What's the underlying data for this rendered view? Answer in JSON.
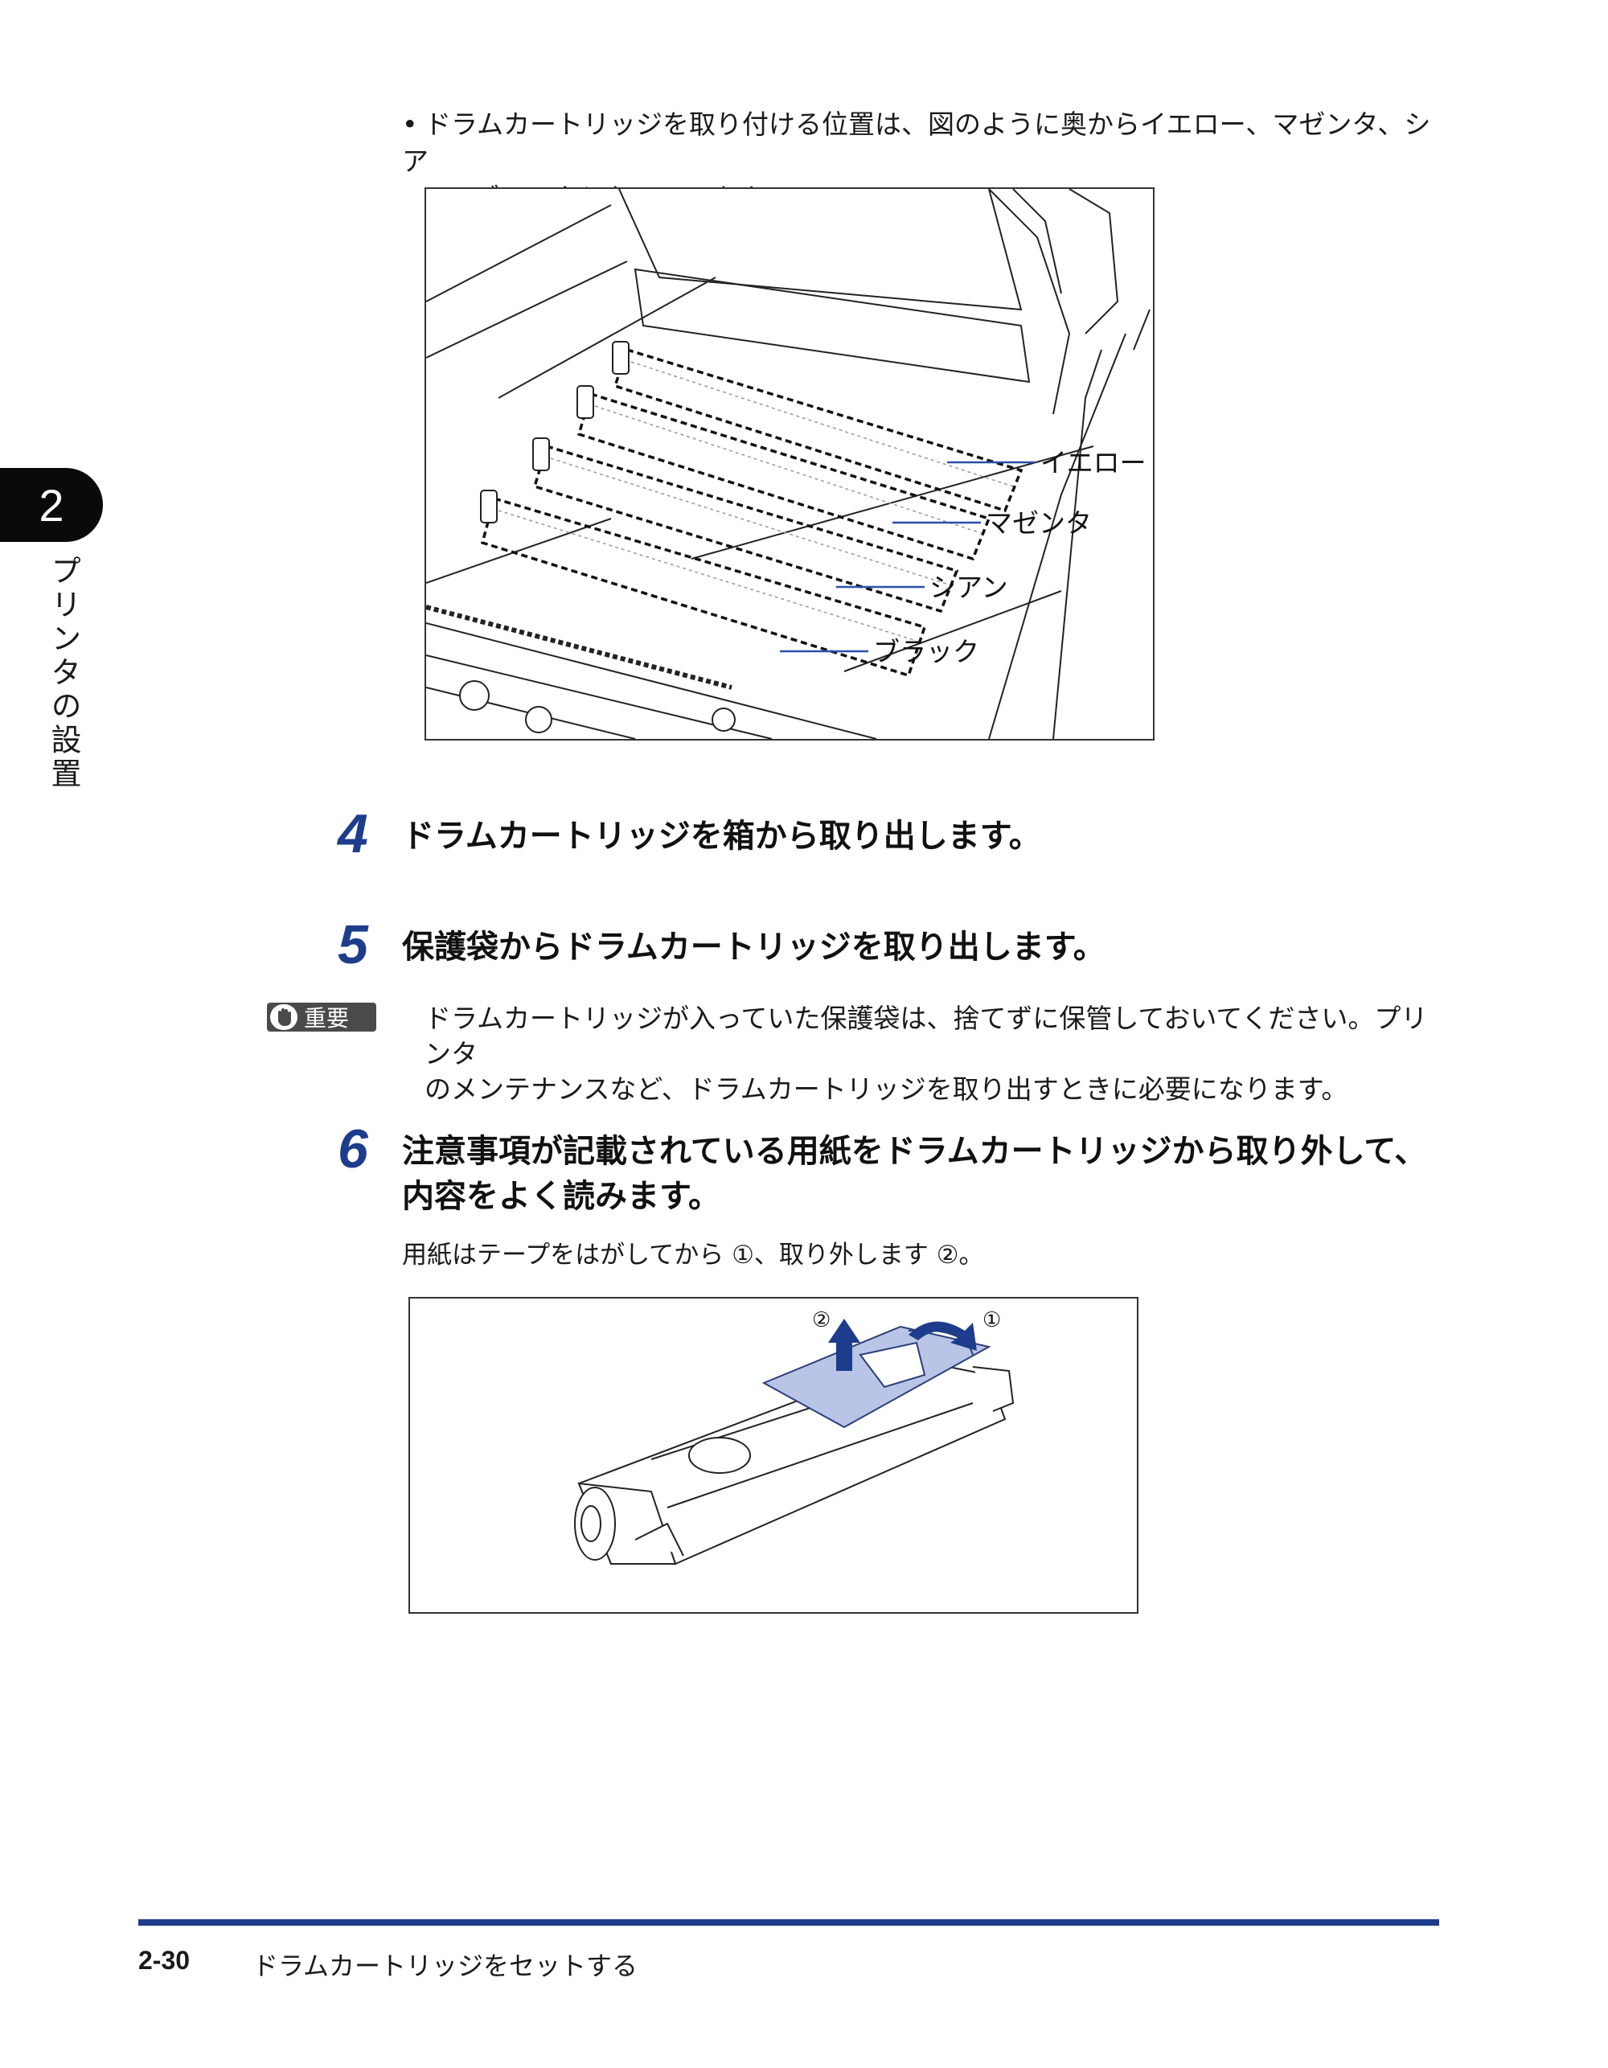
{
  "chapter": {
    "number": "2",
    "title": "プリンタの設置"
  },
  "note": {
    "bullet": "•",
    "line1": "ドラムカートリッジを取り付ける位置は、図のように奥からイエロー、マゼンタ、シア",
    "line2": "ン、ブラックとなっています。"
  },
  "figure1": {
    "labels": [
      "イエロー",
      "マゼンタ",
      "シアン",
      "ブラック"
    ]
  },
  "steps": [
    {
      "number": "4",
      "text": "ドラムカートリッジを箱から取り出します。"
    },
    {
      "number": "5",
      "text": "保護袋からドラムカートリッジを取り出します。"
    },
    {
      "number": "6",
      "line1": "注意事項が記載されている用紙をドラムカートリッジから取り外して、",
      "line2": "内容をよく読みます。",
      "sub": "用紙はテープをはがしてから ①、取り外します ②。"
    }
  ],
  "important": {
    "label": "重要",
    "line1": "ドラムカートリッジが入っていた保護袋は、捨てずに保管しておいてください。プリンタ",
    "line2": "のメンテナンスなど、ドラムカートリッジを取り出すときに必要になります。"
  },
  "figure2": {
    "marker1": "①",
    "marker2": "②"
  },
  "footer": {
    "page": "2-30",
    "title": "ドラムカートリッジをセットする"
  },
  "colors": {
    "accent": "#1d3c8c",
    "tape_fill": "#b9c4e6"
  },
  "icons": [
    "hand-icon",
    "up-arrow-icon",
    "curved-arrow-icon"
  ]
}
